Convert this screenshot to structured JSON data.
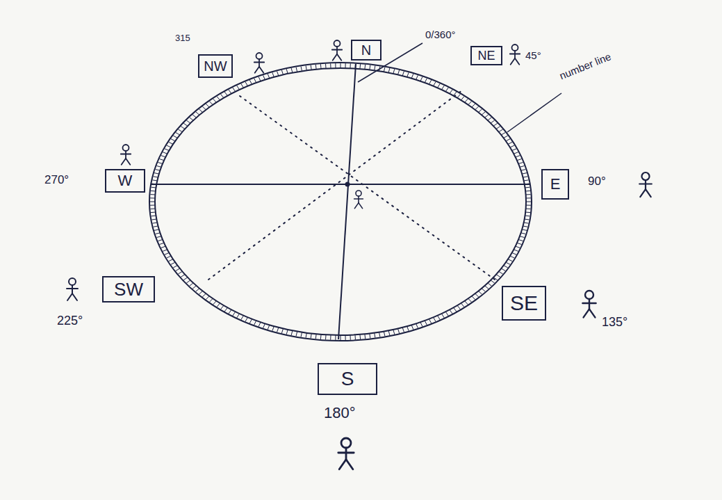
{
  "diagram": {
    "nodes": [
      {
        "text": [
          "NW"
        ]
      },
      {
        "text": [
          "N"
        ]
      },
      {
        "text": [
          "NE"
        ]
      },
      {
        "text": [
          "W"
        ]
      },
      {
        "text": [
          "E"
        ]
      },
      {
        "text": [
          "SW"
        ]
      },
      {
        "text": [
          "SE"
        ]
      },
      {
        "text": [
          "S"
        ]
      }
    ],
    "labels": [
      "315",
      "0/360°",
      "45°",
      "number line",
      "270°",
      "90°",
      "225°",
      "135°",
      "180°"
    ]
  }
}
